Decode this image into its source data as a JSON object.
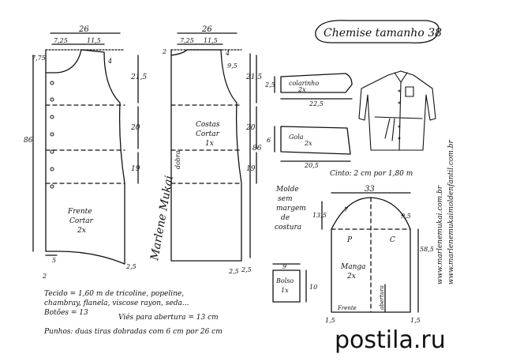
{
  "title": "Chemise tamanho 38",
  "front": {
    "width": "26",
    "seg_a": "7,25",
    "seg_b": "11,5",
    "shoulder_drop": "4",
    "neck_drop": "7,75",
    "armhole": "21,5",
    "side1": "20",
    "side2": "19",
    "length": "86",
    "hem": "5",
    "hem_side": "2,5",
    "bottom_left": "2",
    "label1": "Frente",
    "label2": "Cortar",
    "label3": "2x"
  },
  "back": {
    "width": "26",
    "seg_a": "7,25",
    "seg_b": "11,5",
    "top_left": "2",
    "shoulder_drop": "4",
    "neck": "9,5",
    "armhole": "21,5",
    "side1": "20",
    "side2": "19",
    "length": "86",
    "hem": "2,5",
    "bottom_right": "2,5",
    "fold": "dobra",
    "label1": "Costas",
    "label2": "Cortar",
    "label3": "1x"
  },
  "collar_stand": {
    "h": "2,5",
    "label": "colarinho",
    "count": "2x",
    "w": "22,5"
  },
  "collar": {
    "h": "6",
    "label": "Gola",
    "count": "2x",
    "w": "20,5"
  },
  "belt": "Cinto: 2 cm por 1,80 m",
  "note": [
    "Molde",
    "sem",
    "margem",
    "de",
    "costura"
  ],
  "sleeve": {
    "width": "33",
    "cap_h": "13,5",
    "cap_r": "9,5",
    "cap_l": "7",
    "length": "58,5",
    "p": "P",
    "c": "C",
    "label1": "Manga",
    "label2": "2x",
    "bottom": "1,5",
    "bottom_r": "1,5",
    "front": "Frente",
    "opening": "abertura"
  },
  "pocket": {
    "w": "9",
    "h": "10",
    "label1": "Bolso",
    "label2": "1x"
  },
  "signature": "Marlene Mukai",
  "website_vertical": [
    "www.marlenemukai.com.br",
    "www.marlenemukaimoldenfantil.com.br"
  ],
  "materials": [
    "Tecido = 1,60 m de tricoline, popeline,",
    "chambray, flanela, viscose rayon, seda...",
    "Botões = 13",
    "Punhos: duas tiras dobradas com 6 cm por 26 cm"
  ],
  "vies": "Viés para abertura = 13 cm",
  "watermark": "postila.ru"
}
